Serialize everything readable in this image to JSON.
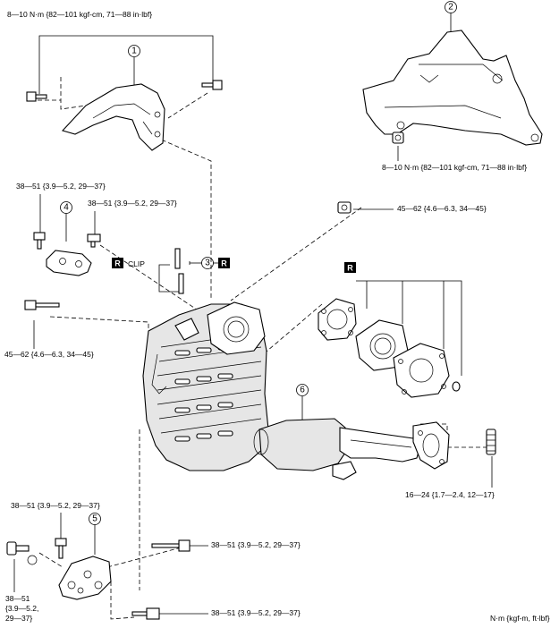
{
  "part_numbers": [
    "1",
    "2",
    "3",
    "4",
    "5",
    "6"
  ],
  "torque_labels": {
    "heat_insulator_upper": "8—10 N·m {82—101 kgf-cm, 71—88 in·lbf}",
    "heat_insulator_lower": "8—10 N·m {82—101 kgf-cm, 71—88 in·lbf}",
    "bracket4_left": "38—51 {3.9—5.2, 29—37}",
    "bracket4_right": "38—51 {3.9—5.2, 29—37}",
    "nut_45_62_right": "45—62 {4.6—6.3, 34—45}",
    "bolt_45_62_left": "45—62 {4.6—6.3, 34—45}",
    "stud_16_24": "16—24 {1.7—2.4, 12—17}",
    "bracket5_top": "38—51 {3.9—5.2, 29—37}",
    "bolt_middle_right": "38—51 {3.9—5.2, 29—37}",
    "bolt_bottom_right": "38—51 {3.9—5.2, 29—37}",
    "stud_left_line1": "38—51",
    "stud_left_line2": "{3.9—5.2,",
    "stud_left_line3": "29—37}"
  },
  "clip_label": "CLIP",
  "replace_marks": [
    "R",
    "R",
    "R"
  ],
  "units_note": "N·m {kgf-m, ft·lbf}"
}
